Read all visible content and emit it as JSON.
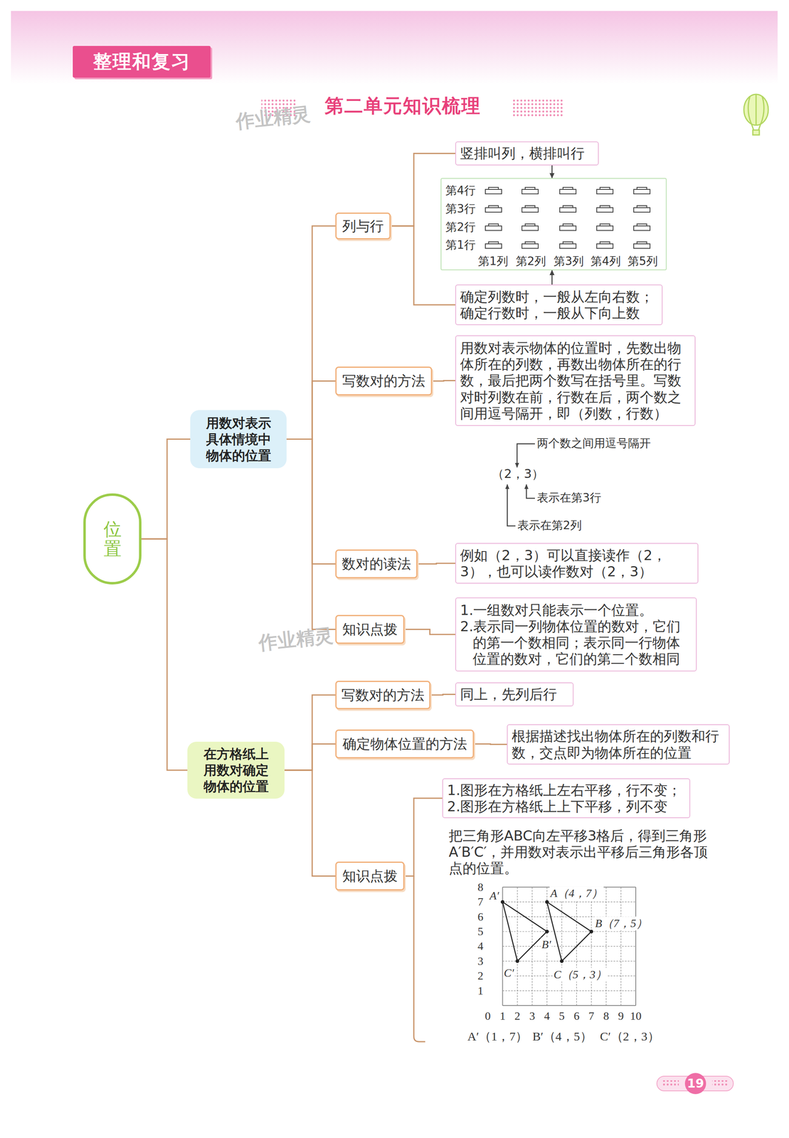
{
  "diagram": {
    "title": "第二单元知识梳理",
    "nodes": [
      {
        "text": [
          "整理和复习"
        ]
      },
      {
        "text": [
          "位置"
        ]
      },
      {
        "text": [
          "用数对表示具体情境中物体的位置"
        ]
      },
      {
        "text": [
          "列与行"
        ]
      },
      {
        "text": [
          "竖排叫列，横排叫行"
        ]
      },
      {
        "text": [
          "第4行",
          "第3行",
          "第2行",
          "第1行",
          "第1列",
          "第2列",
          "第3列",
          "第4列",
          "第5列"
        ]
      },
      {
        "text": [
          "确定列数时，一般从左向右数；",
          "确定行数时，一般从下向上数"
        ]
      },
      {
        "text": [
          "写数对的方法"
        ]
      },
      {
        "text": [
          "用数对表示物体的位置时，先数出物体所在的列数，再数出物体所在的行数，最后把两个数写在括号里。写数对时列数在前，行数在后，两个数之间用逗号隔开，即（列数，行数）"
        ]
      },
      {
        "text": [
          "数对的读法"
        ]
      },
      {
        "text": [
          "例如（2，3）可以直接读作（2，3），也可以读作数对（2，3）"
        ]
      },
      {
        "text": [
          "知识点拨"
        ]
      },
      {
        "text": [
          "1.一组数对只能表示一个位置。",
          "2.表示同一列物体位置的数对，它们的第一个数相同；表示同一行物体位置的数对，它们的第二个数相同"
        ]
      },
      {
        "text": [
          "在方格纸上用数对确定物体的位置"
        ]
      },
      {
        "text": [
          "写数对的方法"
        ]
      },
      {
        "text": [
          "同上，先列后行"
        ]
      },
      {
        "text": [
          "确定物体位置的方法"
        ]
      },
      {
        "text": [
          "根据描述找出物体所在的列数和行数，交点即为物体所在的位置"
        ]
      },
      {
        "text": [
          "知识点拨"
        ]
      },
      {
        "text": [
          "1.图形在方格纸上左右平移，行不变；",
          "2.图形在方格纸上上下平移，列不变"
        ]
      }
    ],
    "edges": [
      {
        "from": 1,
        "to": 2,
        "arrow": "none"
      },
      {
        "from": 1,
        "to": 13,
        "arrow": "none"
      },
      {
        "from": 2,
        "to": 3,
        "arrow": "none"
      },
      {
        "from": 2,
        "to": 7,
        "arrow": "none"
      },
      {
        "from": 2,
        "to": 9,
        "arrow": "none"
      },
      {
        "from": 2,
        "to": 11,
        "arrow": "none"
      },
      {
        "from": 3,
        "to": 4,
        "arrow": "none"
      },
      {
        "from": 3,
        "to": 6,
        "arrow": "none"
      },
      {
        "from": 4,
        "to": 5,
        "arrow": "to"
      },
      {
        "from": 6,
        "to": 5,
        "arrow": "to"
      },
      {
        "from": 7,
        "to": 8,
        "arrow": "none"
      },
      {
        "from": 9,
        "to": 10,
        "arrow": "none"
      },
      {
        "from": 11,
        "to": 12,
        "arrow": "none"
      },
      {
        "from": 13,
        "to": 14,
        "arrow": "none"
      },
      {
        "from": 13,
        "to": 16,
        "arrow": "none"
      },
      {
        "from": 13,
        "to": 18,
        "arrow": "none"
      },
      {
        "from": 14,
        "to": 15,
        "arrow": "none"
      },
      {
        "from": 16,
        "to": 17,
        "arrow": "none"
      },
      {
        "from": 18,
        "to": 19,
        "arrow": "none"
      }
    ],
    "labels": [
      "作业精灵",
      "两个数之间用逗号隔开",
      "（2，3）",
      "表示在第3行",
      "表示在第2列",
      "作业精灵",
      "把三角形ABC向左平移3格后，得到三角形A′B′C′，并用数对表示出平移后三角形各顶点的位置。",
      "8",
      "7",
      "6",
      "5",
      "4",
      "3",
      "2",
      "1",
      "0",
      "1",
      "2",
      "3",
      "4",
      "5",
      "6",
      "7",
      "8",
      "9",
      "10",
      "A′",
      "A（4，7）",
      "B（7，5）",
      "B′",
      "C′",
      "C（5，3）",
      "A′（1，7）",
      "B′（4，5）",
      "C′（2，3）",
      "19"
    ]
  }
}
